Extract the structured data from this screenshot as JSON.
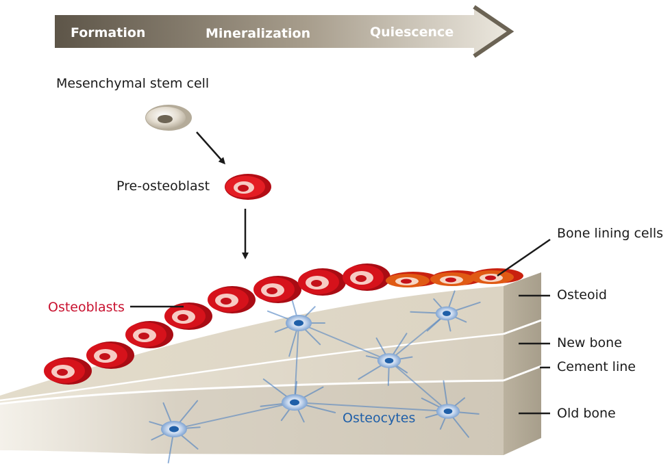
{
  "stages": [
    "Formation",
    "Mineralization",
    "Quiescence"
  ],
  "labels": {
    "stem_cell": "Mesenchymal stem cell",
    "pre_osteoblast": "Pre-osteoblast",
    "osteoblasts": "Osteoblasts",
    "bone_lining_cells": "Bone lining cells",
    "osteoid": "Osteoid",
    "new_bone": "New bone",
    "cement_line": "Cement line",
    "old_bone": "Old bone",
    "osteocytes": "Osteocytes"
  },
  "colors": {
    "arrow_dark": "#5d5548",
    "arrow_light": "#ece8df",
    "osteoblast_red": "#d6121b",
    "lining_cell_orange": "#e05a14",
    "osteocyte_blue": "#4a7fc1",
    "osteocyte_label": "#1f5fa8",
    "osteoblast_label": "#c8102e",
    "text": "#1a1a1a"
  }
}
